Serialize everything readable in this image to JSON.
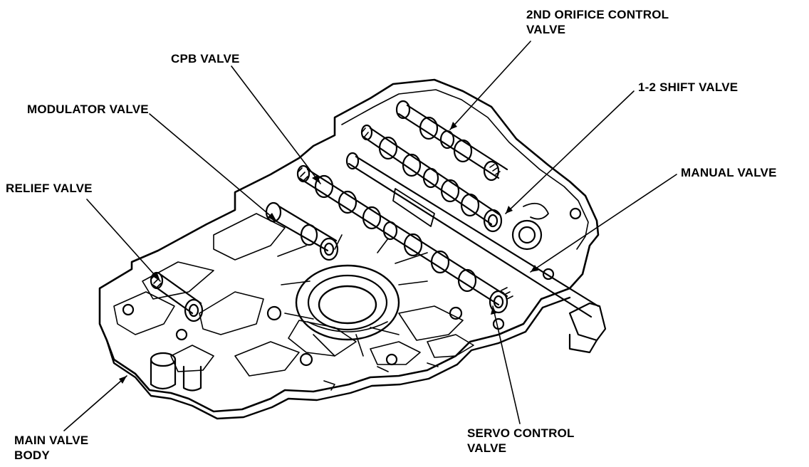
{
  "labels": {
    "orifice_line1": "2ND ORIFICE CONTROL",
    "orifice_line2": "VALVE",
    "cpb": "CPB VALVE",
    "shift12": "1-2 SHIFT VALVE",
    "modulator": "MODULATOR VALVE",
    "manual": "MANUAL VALVE",
    "relief": "RELIEF VALVE",
    "main_line1": "MAIN VALVE",
    "main_line2": "BODY",
    "servo_line1": "SERVO CONTROL",
    "servo_line2": "VALVE"
  },
  "colors": {
    "ink": "#000000",
    "paper": "#ffffff"
  }
}
